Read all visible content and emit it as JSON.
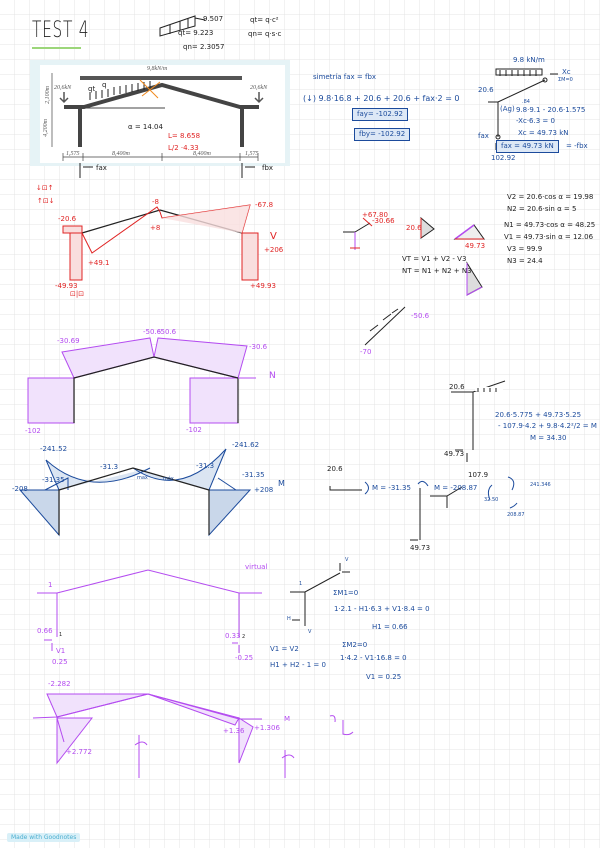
{
  "page": {
    "title": "TEST 4",
    "badge": "Made with Goodnotes"
  },
  "colors": {
    "shear": "#e02424",
    "axial": "#b44cf0",
    "moment": "#1c4b9c",
    "frame": "#222222",
    "grid": "#e4e4e4"
  },
  "header_notes": {
    "load1": "9.507",
    "load2": "qt= 9.223",
    "load3": "qn= 2.3057",
    "eq1": "qt= q·c²",
    "eq2": "qn= q·s·c"
  },
  "figure": {
    "top_load": "9,8kN/m",
    "left_force": "20,6kN",
    "right_force": "20,6kN",
    "dim_h1": "2,100m",
    "dim_h2": "4,200m",
    "dim_l1": "1,575",
    "dim_l2": "8,400m",
    "dim_l3": "8,400m",
    "dim_l4": "1,575",
    "alpha": "α = 14.04",
    "length": "L= 8.658",
    "half": "L/2 ·4.33",
    "qt": "qt",
    "q": "q",
    "fax": "fax",
    "fbx": "fbx"
  },
  "reactions": {
    "symmetry": "simetría fax = fbx",
    "eq": "(↓) 9.8·16.8 + 20.6 + 20.6 + fax·2 = 0",
    "fay": "fay= -102.92",
    "fby": "fby= -102.92"
  },
  "free_body": {
    "load": "9.8 kN/m",
    "xc": "Xc",
    "sm": "ΣM=0",
    "f206": "20.6",
    "eq_label": "(Ag)",
    "eq1": "9.8·9.1 - 20.6·1.575",
    "eq2": "-Xc·6.3 = 0",
    "xc_val": "Xc = 49.73 kN",
    "fax": "fax = 49.73 kN",
    "fax_tail": "= -fbx",
    "bottom": "102.92",
    "fax_arrow": "fax",
    "top84": ".84"
  },
  "shear": {
    "label": "V",
    "v1": "-20.6",
    "v2": "-8",
    "v3": "+8",
    "v4": "-67.8",
    "v5": "+206",
    "v6": "+49.1",
    "v7": "-49.93",
    "v8": "+49.93",
    "sign1": "↓⊡↑",
    "sign2": "↑⊡↓",
    "sign3": "⊡|⊡"
  },
  "decomp": {
    "a": "+67.80",
    "b": "-30.66",
    "c": "20.6",
    "d": "49.73",
    "e": "-50.6",
    "f": "-70",
    "vt": "VT = V1 + V2 - V3",
    "nt": "NT = N1 + N2 + N3",
    "v2": "V2 = 20.6·cos α = 19.98",
    "n2": "N2 = 20.6·sin α = 5",
    "n1": "N1 = 49.73·cos α = 48.25",
    "v1": "V1 = 49.73·sin α = 12.06",
    "v3": "V3 = 99.9",
    "n3": "N3 = 24.4"
  },
  "axial": {
    "label": "N",
    "n1": "-30.69",
    "n2": "-50.6",
    "n3": "-50.6",
    "n4": "-30.6",
    "n5": "-102",
    "n6": "-102"
  },
  "moment": {
    "label": "M",
    "m1": "-241.52",
    "m2": "-241.62",
    "m3": "-31.3",
    "m4": "-31.3",
    "m5": "-31.35",
    "m6": "-31.35",
    "m7": "-208",
    "m8": "+208",
    "max1": "max",
    "max2": "máx"
  },
  "moment_calc": {
    "f206": "20.6",
    "eq1": "20.6·5.775 + 49.73·5.25",
    "eq2": "- 107.9·4.2 + 9.8·4.2²/2 = M",
    "res": "M = 34.30",
    "f4973": "49.73",
    "f1079": "107.9",
    "f206b": "20.6",
    "m1": "M = -31.35",
    "m2": "M = -208.87",
    "b4973": "49.73",
    "c1": "241.346",
    "c2": "32.50",
    "c3": "208.87"
  },
  "unit": {
    "title": "virtual",
    "one": "1",
    "h1": "0.66",
    "h2": "0.33",
    "v1": "V1",
    "v1v": "0.25",
    "v2v": "-0.25",
    "n1": "1",
    "n2": "2",
    "m1": "-2.282",
    "m2": "+2.772",
    "m3": "+1.36",
    "m4": "+1.306",
    "m_label": "M"
  },
  "unit_calc": {
    "sm1": "ΣM1=0",
    "eq1": "1·2.1 - H1·6.3 + V1·8.4 = 0",
    "h1": "H1 = 0.66",
    "sm2": "ΣM2=0",
    "eq2": "1·4.2 - V1·16.8 = 0",
    "v1": "V1 = 0.25",
    "va": "V1 = V2",
    "hb": "H1 + H2 - 1 = 0",
    "v": "V",
    "u": "V",
    "one": "1",
    "h": "H"
  }
}
